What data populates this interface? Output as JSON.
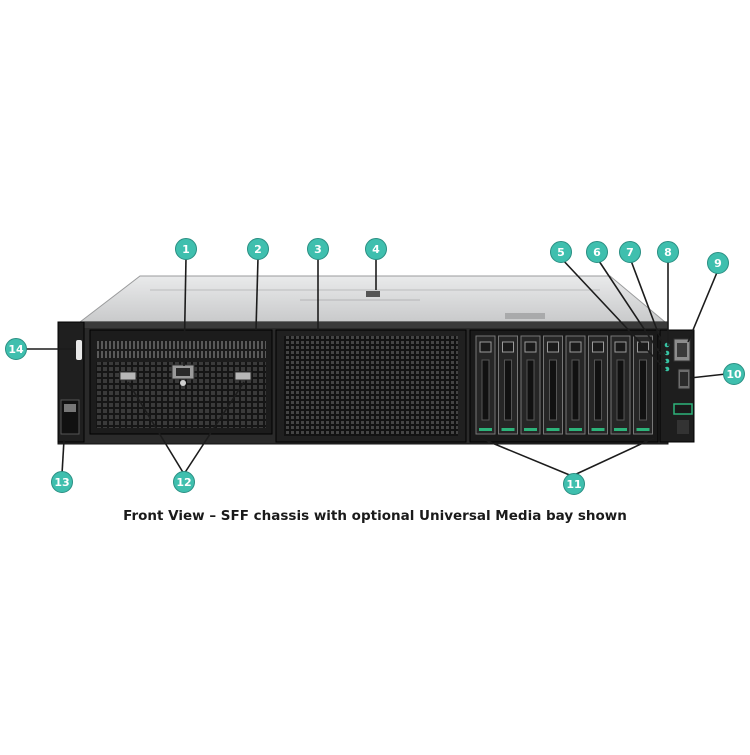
{
  "callouts": [
    {
      "n": "1"
    },
    {
      "n": "2"
    },
    {
      "n": "3"
    },
    {
      "n": "4"
    },
    {
      "n": "5"
    },
    {
      "n": "6"
    },
    {
      "n": "7"
    },
    {
      "n": "8"
    },
    {
      "n": "9"
    },
    {
      "n": "10"
    },
    {
      "n": "11"
    },
    {
      "n": "12"
    },
    {
      "n": "13"
    },
    {
      "n": "14"
    }
  ],
  "caption": "Front View – SFF chassis with optional Universal Media bay shown",
  "colors": {
    "callout_fill": "#3fbfae",
    "callout_stroke": "#2a8f83",
    "chassis_top": "#d9dadb",
    "chassis_front": "#2a2a2a",
    "grille": "#1a1a1a",
    "drive_led": "#2db37a"
  }
}
